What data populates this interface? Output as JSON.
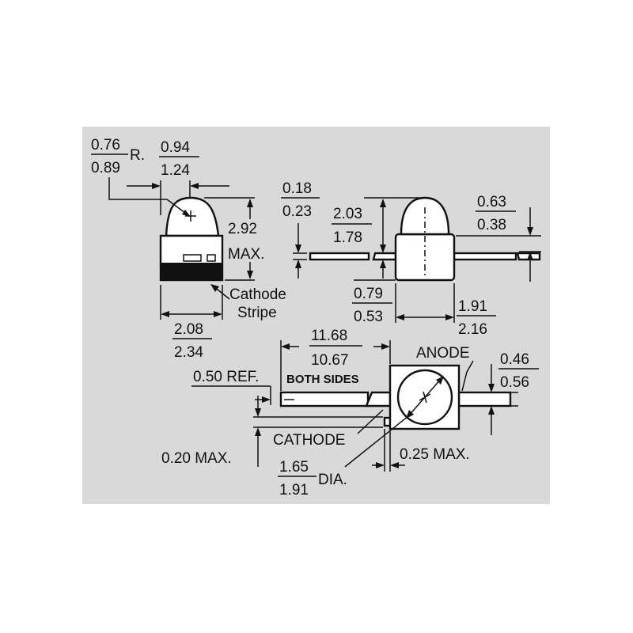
{
  "panel_bg": "#d9d9d9",
  "ink": "#111111",
  "front_view": {
    "radius_num": "0.76",
    "radius_den": "0.89",
    "radius_suffix": "R.",
    "dome_width_num": "0.94",
    "dome_width_den": "1.24",
    "height_val": "2.92",
    "height_suffix": "MAX.",
    "cathode_label_1": "Cathode",
    "cathode_label_2": "Stripe",
    "width_num": "2.08",
    "width_den": "2.34"
  },
  "side_view": {
    "lead_thk_num": "0.18",
    "lead_thk_den": "0.23",
    "dome_h_num": "2.03",
    "dome_h_den": "1.78",
    "lead_off_num": "0.79",
    "lead_off_den": "0.53",
    "body_w_num": "1.91",
    "body_w_den": "2.16",
    "right_num": "0.63",
    "right_den": "0.38"
  },
  "top_view": {
    "lead_len_num": "11.68",
    "lead_len_den": "10.67",
    "ref_label": "0.50 REF.",
    "both_sides": "BOTH SIDES",
    "anode_label": "ANODE",
    "lead_w_num": "0.46",
    "lead_w_den": "0.56",
    "cathode_label": "CATHODE",
    "gap_label": "0.20 MAX.",
    "dia_num": "1.65",
    "dia_den": "1.91",
    "dia_suffix": "DIA.",
    "tab_label": "0.25 MAX."
  }
}
